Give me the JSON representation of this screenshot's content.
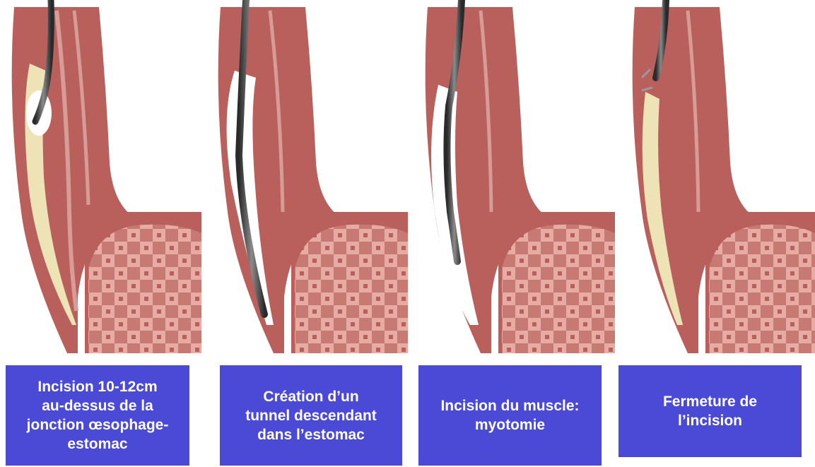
{
  "colors": {
    "caption_bg": "#4a4ad6",
    "caption_text": "#ffffff",
    "muscle": "#b9605c",
    "muscle_light": "#cf8c84",
    "stomach_mucosa": "#e2a39b",
    "submucosa": "#ede3b6",
    "endoscope": "#4a4a4a"
  },
  "steps": [
    {
      "caption": "Incision 10-12cm\nau-dessus de la\njonction œsophage-\nestomac"
    },
    {
      "caption": "Création d’un\ntunnel descendant\ndans l’estomac"
    },
    {
      "caption": "Incision du muscle:\nmyotomie"
    },
    {
      "caption": "Fermeture de\nl’incision"
    }
  ]
}
